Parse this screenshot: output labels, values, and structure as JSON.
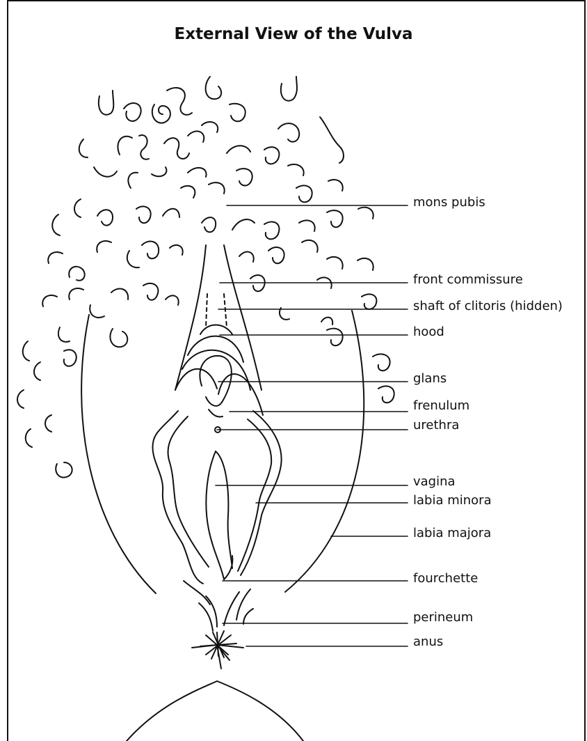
{
  "title": "External View of the Vulva",
  "labels": [
    {
      "id": "mons-pubis",
      "text": "mons pubis"
    },
    {
      "id": "front-commissure",
      "text": "front commissure"
    },
    {
      "id": "shaft-of-clitoris",
      "text": "shaft of clitoris (hidden)"
    },
    {
      "id": "hood",
      "text": "hood"
    },
    {
      "id": "glans",
      "text": "glans"
    },
    {
      "id": "frenulum",
      "text": "frenulum"
    },
    {
      "id": "urethra",
      "text": "urethra"
    },
    {
      "id": "vagina",
      "text": "vagina"
    },
    {
      "id": "labia-minora",
      "text": "labia minora"
    },
    {
      "id": "labia-majora",
      "text": "labia majora"
    },
    {
      "id": "fourchette",
      "text": "fourchette"
    },
    {
      "id": "perineum",
      "text": "perineum"
    },
    {
      "id": "anus",
      "text": "anus"
    }
  ]
}
